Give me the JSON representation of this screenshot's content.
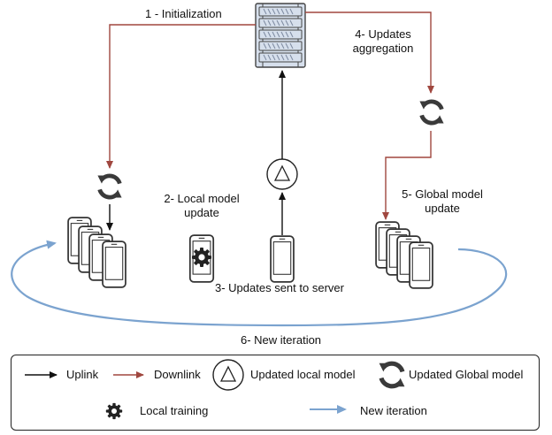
{
  "colors": {
    "uplink": "#111111",
    "downlink": "#a0473f",
    "new_iteration": "#7ba3cf",
    "device_stroke": "#333333",
    "server_fill": "#d6dfec"
  },
  "icons": {
    "server": "server-icon",
    "sync": "sync-icon",
    "gear": "gear-icon",
    "triangle": "triangle-icon",
    "phone": "smartphone-icon"
  },
  "steps": {
    "initialization": "1 - Initialization",
    "local_update": [
      "2- Local model",
      "update"
    ],
    "sent_to_server": "3- Updates sent to server",
    "aggregation": [
      "4- Updates",
      "aggregation"
    ],
    "global_update": [
      "5- Global model",
      "update"
    ],
    "new_iteration": "6- New iteration"
  },
  "legend": {
    "uplink": "Uplink",
    "downlink": "Downlink",
    "updated_local": "Updated local model",
    "updated_global": "Updated Global model",
    "local_training": "Local training",
    "new_iteration": "New iteration"
  }
}
